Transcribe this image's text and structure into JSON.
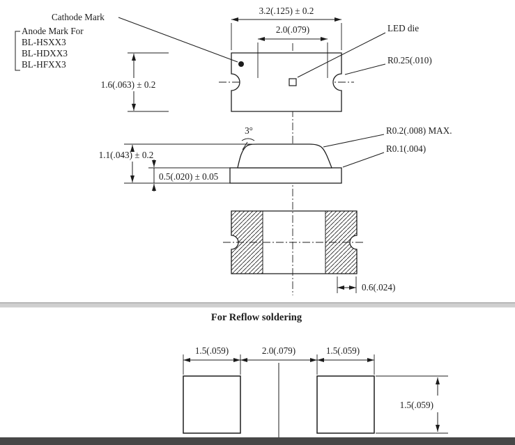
{
  "drawing": {
    "top_view": {
      "cathode_mark_label": "Cathode Mark",
      "anode_mark_label": "Anode Mark For",
      "anode_models": [
        "BL-HSXX3",
        "BL-HDXX3",
        "BL-HFXX3"
      ],
      "led_die_label": "LED die",
      "corner_radius_label": "R0.25(.010)",
      "dim_width": "3.2(.125) ± 0.2",
      "dim_inner": "2.0(.079)",
      "dim_height": "1.6(.063) ± 0.2"
    },
    "side_view": {
      "angle_label": "3°",
      "radius_max_label": "R0.2(.008) MAX.",
      "radius_label": "R0.1(.004)",
      "dim_total_height": "1.1(.043) ± 0.2",
      "dim_base_height": "0.5(.020) ± 0.05"
    },
    "bottom_view": {
      "dim_terminal": "0.6(.024)"
    }
  },
  "reflow": {
    "title": "For Reflow soldering",
    "dim_left_pad": "1.5(.059)",
    "dim_gap": "2.0(.079)",
    "dim_right_pad": "1.5(.059)",
    "dim_pad_height": "1.5(.059)"
  },
  "colors": {
    "ink": "#1c1c1c",
    "divider": "#cfcfcf",
    "bottom_bar": "#474747"
  }
}
